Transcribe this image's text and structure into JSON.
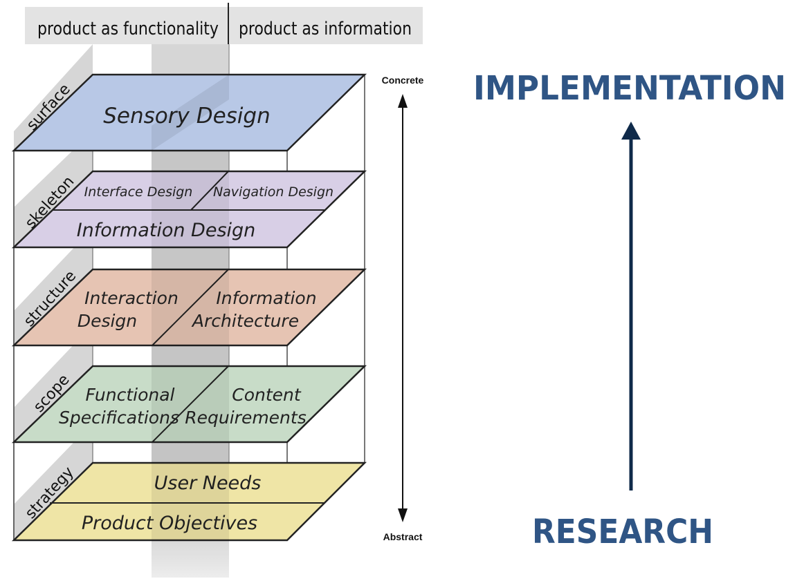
{
  "header": {
    "left": "product as functionality",
    "right": "product as information"
  },
  "layers": {
    "surface": "surface",
    "skeleton": "skeleton",
    "structure": "structure",
    "scope": "scope",
    "strategy": "strategy"
  },
  "planes": {
    "sensory_design": "Sensory Design",
    "interface_design": "Interface Design",
    "navigation_design": "Navigation Design",
    "information_design": "Information Design",
    "interaction_design_1": "Interaction",
    "interaction_design_2": "Design",
    "information_architecture_1": "Information",
    "information_architecture_2": "Architecture",
    "functional_specs_1": "Functional",
    "functional_specs_2": "Specifications",
    "content_requirements_1": "Content",
    "content_requirements_2": "Requirements",
    "user_needs": "User Needs",
    "product_objectives": "Product Objectives"
  },
  "axis": {
    "top": "Concrete",
    "bottom": "Abstract"
  },
  "right_panel": {
    "top": "IMPLEMENTATION",
    "bottom": "RESEARCH",
    "arrow_color": "#0f2a4a",
    "text_color": "#2f5585"
  },
  "colors": {
    "surface": "#b8c8e6",
    "skeleton": "#d8cfe6",
    "structure": "#e6c4b3",
    "scope": "#c8dcc8",
    "strategy": "#efe5a6"
  }
}
